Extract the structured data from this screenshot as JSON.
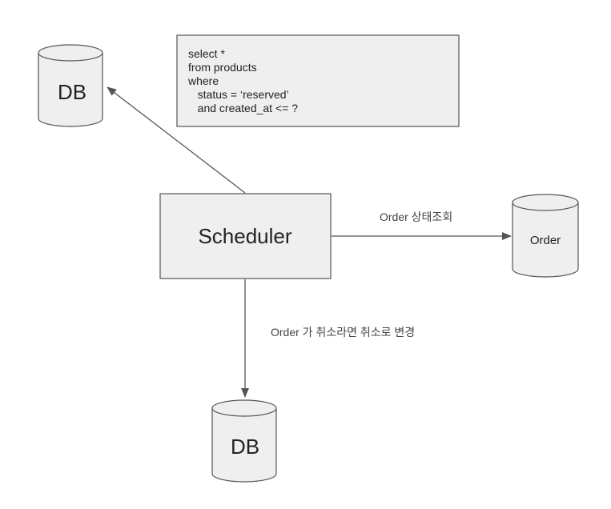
{
  "colors": {
    "node_fill": "#efefef",
    "node_stroke": "#555555",
    "edge": "#555555",
    "text": "#222222"
  },
  "sql_note": {
    "lines": [
      "select *",
      "from products",
      "where",
      "   status = ‘reserved’",
      "   and created_at <= ?"
    ]
  },
  "nodes": {
    "scheduler": {
      "label": "Scheduler"
    },
    "db_top": {
      "label": "DB"
    },
    "order_db": {
      "label": "Order"
    },
    "db_bottom": {
      "label": "DB"
    }
  },
  "edges": {
    "to_order": {
      "label": "Order 상태조회"
    },
    "to_db_bottom": {
      "label": "Order 가 취소라면 취소로 변경"
    }
  }
}
